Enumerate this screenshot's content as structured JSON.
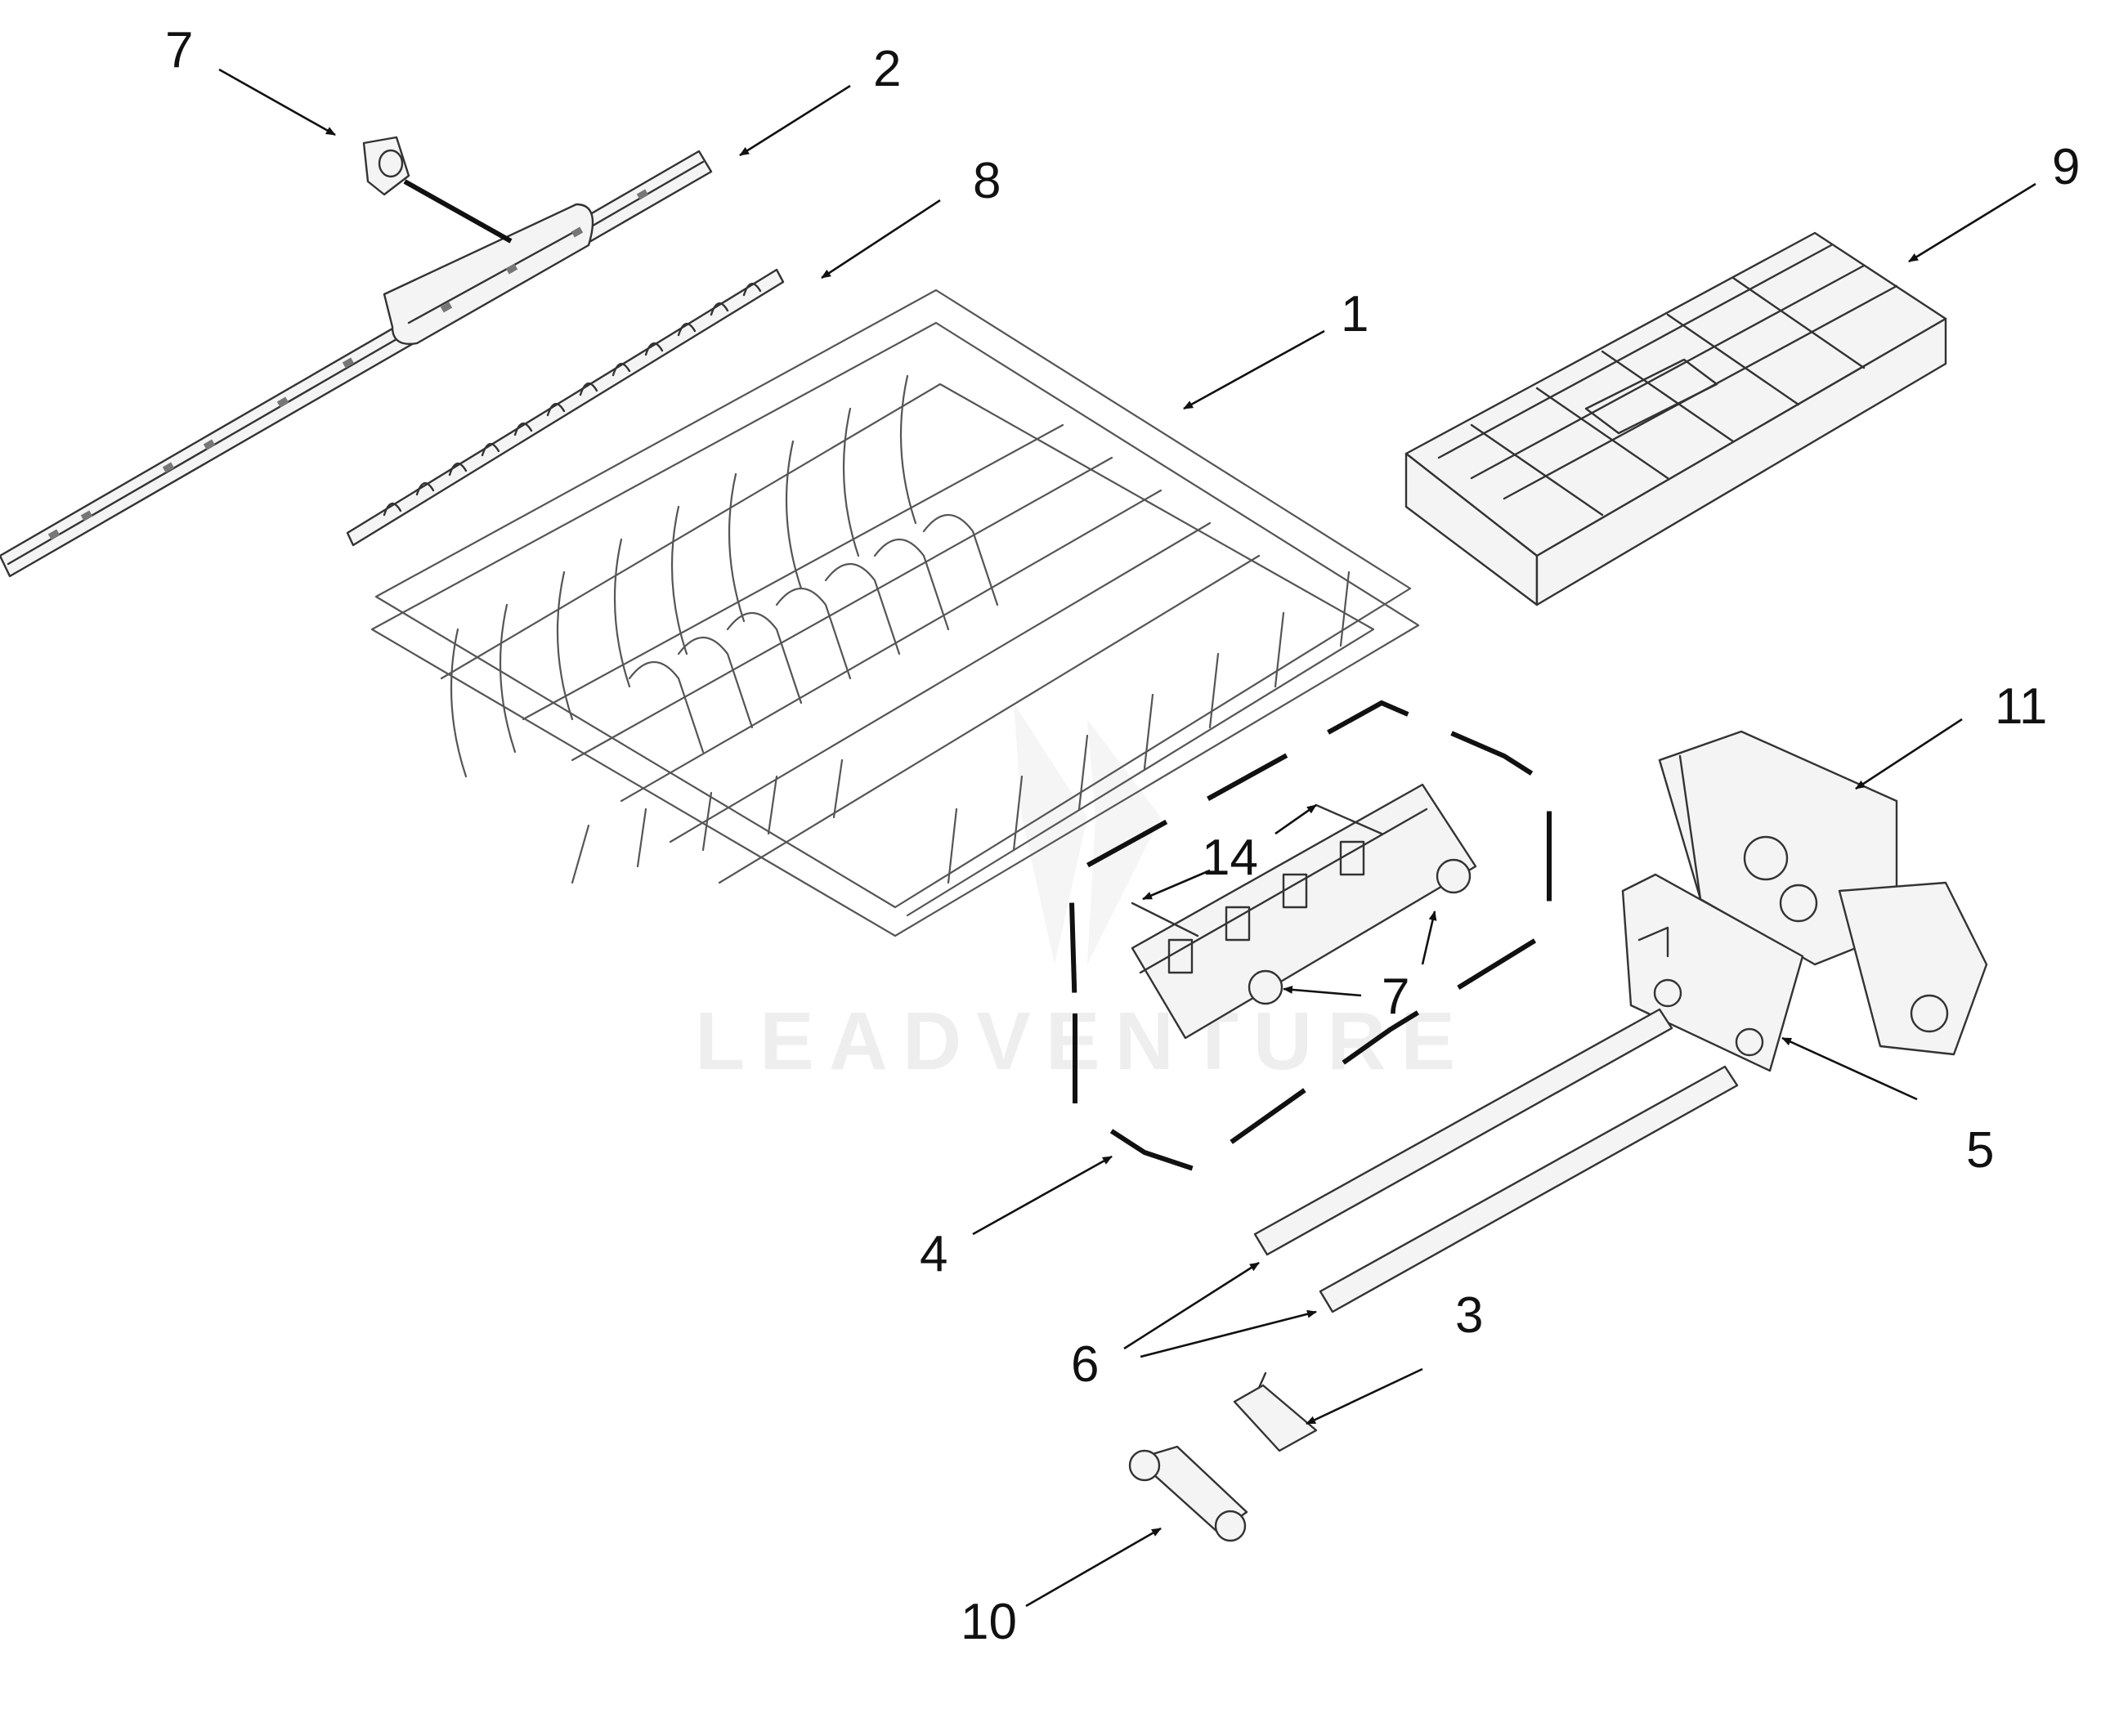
{
  "callouts": {
    "c1": "1",
    "c2": "2",
    "c3": "3",
    "c4": "4",
    "c5": "5",
    "c6": "6",
    "c7a": "7",
    "c7b": "7",
    "c8": "8",
    "c9": "9",
    "c10": "10",
    "c11": "11",
    "c14": "14"
  },
  "watermark": "LEADVENTURE",
  "colors": {
    "ink": "#111111",
    "line": "#333333",
    "watermark": "#eeeeee",
    "background": "#ffffff"
  }
}
